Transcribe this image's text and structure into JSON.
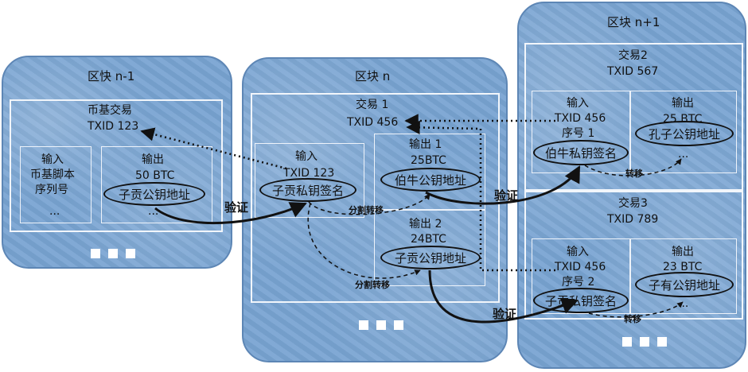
{
  "block_prev": {
    "title": "区快 n-1",
    "tx_title": "币基交易",
    "txid": "TXID 123",
    "input": {
      "header": "输入",
      "line1": "币基脚本",
      "line2": "序列号",
      "more": "..."
    },
    "output": {
      "header": "输出",
      "amount": "50 BTC",
      "addr": "子贡公钥地址",
      "more": "..."
    }
  },
  "block_n": {
    "title": "区块 n",
    "tx_title": "交易 1",
    "txid": "TXID 456",
    "input": {
      "header": "输入",
      "ref": "TXID 123",
      "sig": "子贡私钥签名"
    },
    "output1": {
      "header": "输出 1",
      "amount": "25BTC",
      "addr": "伯牛公钥地址"
    },
    "output2": {
      "header": "输出 2",
      "amount": "24BTC",
      "addr": "子贡公钥地址"
    }
  },
  "block_next": {
    "title": "区块 n+1",
    "tx2": {
      "title": "交易2",
      "txid": "TXID 567",
      "input": {
        "header": "输入",
        "ref": "TXID 456",
        "seq": "序号 1",
        "sig": "伯牛私钥签名"
      },
      "output": {
        "header": "输出",
        "amount": "25 BTC",
        "addr": "孔子公钥地址",
        "more": "..."
      }
    },
    "tx3": {
      "title": "交易3",
      "txid": "TXID 789",
      "input": {
        "header": "输入",
        "ref": "TXID 456",
        "seq": "序号 2",
        "sig": "子贡私钥签名"
      },
      "output": {
        "header": "输出",
        "amount": "23 BTC",
        "addr": "子有公钥地址",
        "more": "..."
      }
    }
  },
  "labels": {
    "verify": "验证",
    "split_transfer": "分割转移",
    "transfer": "转移"
  },
  "colors": {
    "block_fill": "#79a4d2",
    "frame": "#f2f6fb",
    "arrow": "#111111"
  }
}
